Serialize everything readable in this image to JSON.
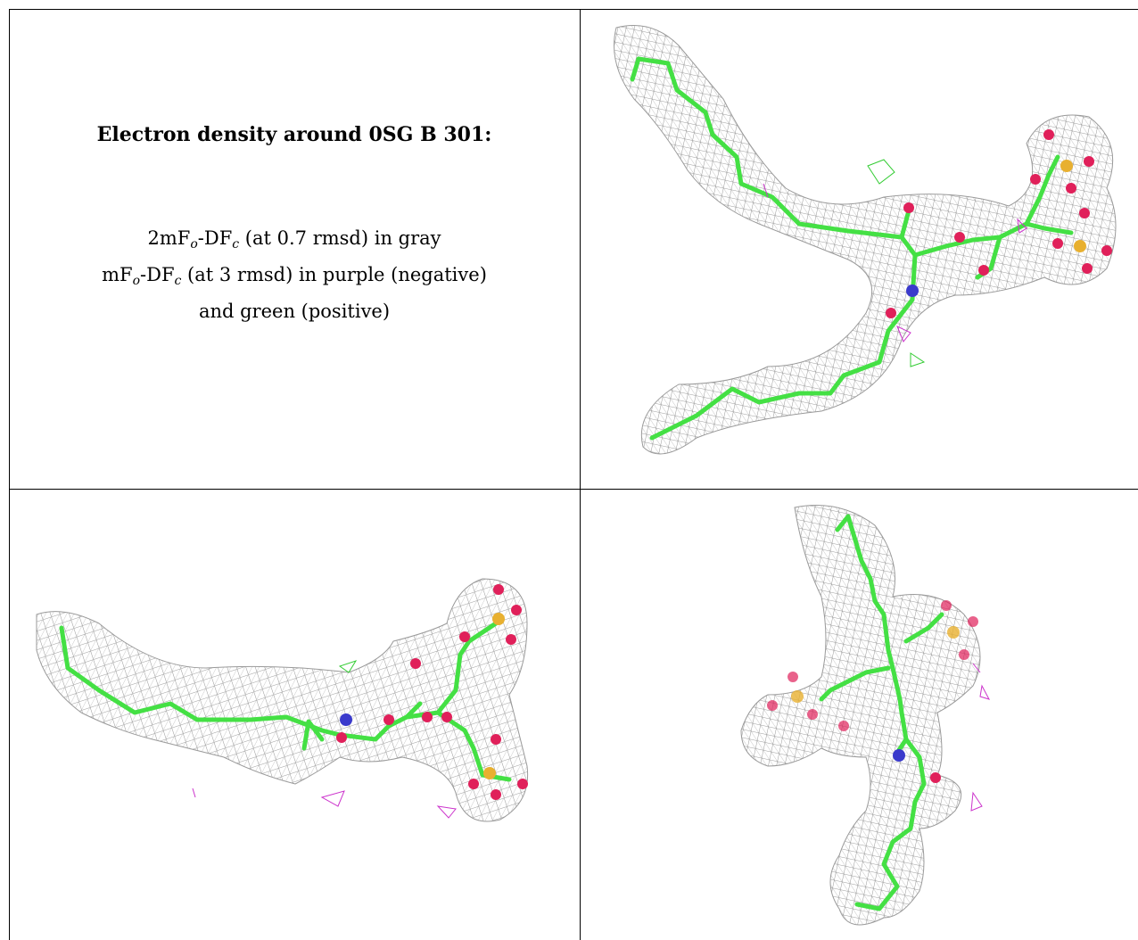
{
  "caption": {
    "title": "Electron density around 0SG B 301:",
    "line1_prefix": "2mF",
    "line1_sub1": "o",
    "line1_mid": "-DF",
    "line1_sub2": "c",
    "line1_suffix": " (at 0.7 rmsd) in gray",
    "line2_prefix": "mF",
    "line2_sub1": "o",
    "line2_mid": "-DF",
    "line2_sub2": "c",
    "line2_suffix": " (at 3 rmsd) in purple (negative)",
    "line3": "and green (positive)"
  },
  "colors": {
    "mesh": "#8a8a8a",
    "carbon": "#44e044",
    "oxygen": "#e0205a",
    "nitrogen": "#3a3acc",
    "sulfur": "#e8b030",
    "negative_density": "#cc33cc",
    "positive_density": "#33cc33"
  },
  "panels": [
    {
      "name": "top-right-view"
    },
    {
      "name": "bottom-left-view"
    },
    {
      "name": "bottom-right-view"
    }
  ]
}
